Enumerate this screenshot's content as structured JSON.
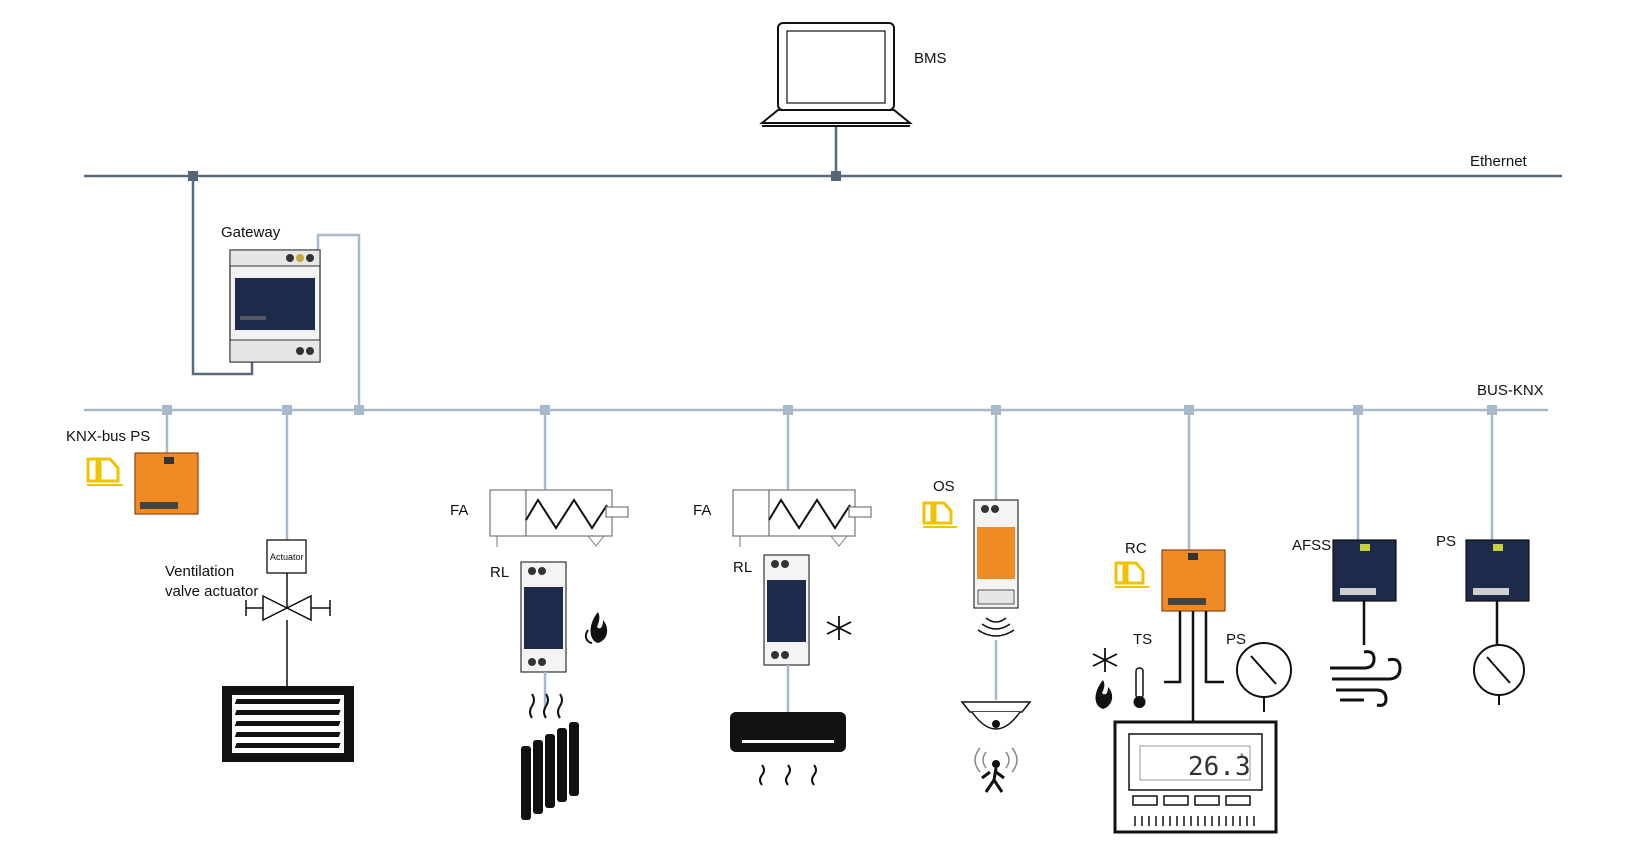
{
  "labels": {
    "bms": "BMS",
    "ethernet": "Ethernet",
    "gateway": "Gateway",
    "bus_knx": "BUS-KNX",
    "knx_bus_ps": "KNX-bus PS",
    "actuator": "Actuator",
    "ventilation_line1": "Ventilation",
    "ventilation_line2": "valve actuator",
    "fa1": "FA",
    "rl1": "RL",
    "fa2": "FA",
    "rl2": "RL",
    "os": "OS",
    "rc": "RC",
    "ts": "TS",
    "ps_rc": "PS",
    "afss": "AFSS",
    "ps": "PS"
  },
  "thermostat": {
    "display": "26.3",
    "unit": "°"
  },
  "icons": {
    "laptop": "laptop-icon",
    "heat": "flame-icon",
    "cool": "snowflake-icon",
    "heater": "radiator-icon",
    "ac": "air-conditioner-icon",
    "motion": "motion-sensor-icon",
    "thermometer": "thermometer-icon",
    "gauge": "pressure-gauge-icon",
    "wind": "wind-icon",
    "vent": "ventilation-grille-icon",
    "valve": "valve-icon",
    "brand": "brand-logo-icon"
  },
  "colors": {
    "ethernet_line": "#5a6a7e",
    "knx_line": "#aab8cc",
    "device_orange": "#f08a24",
    "device_navy": "#1e2a4a"
  }
}
